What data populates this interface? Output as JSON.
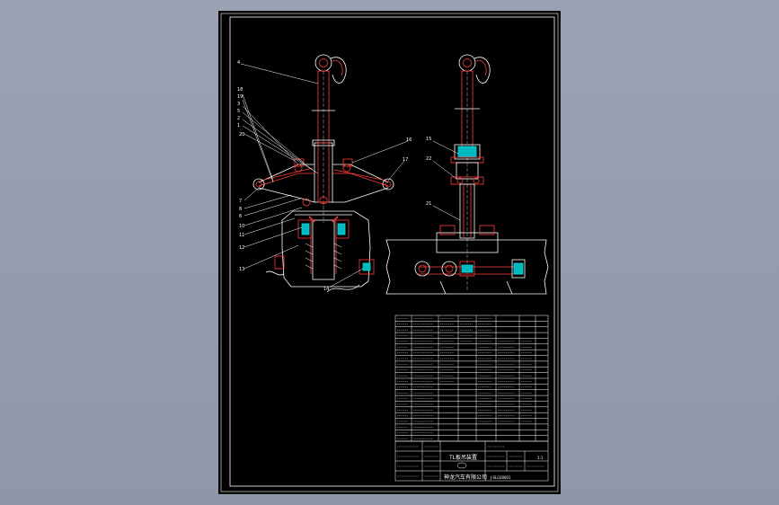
{
  "background_color": "#929cad",
  "sheet_color": "#000000",
  "line_colors": {
    "outline": "#ffffff",
    "part": "#ff3b3b",
    "hatch": "#00e0e0",
    "leader": "#ffffff"
  },
  "front_view": {
    "labels": [
      "4",
      "18",
      "19",
      "3",
      "5",
      "2",
      "1",
      "20",
      "7",
      "8",
      "6",
      "10",
      "11",
      "12",
      "13",
      "16",
      "17",
      "14"
    ]
  },
  "side_view": {
    "labels": [
      "15",
      "22",
      "21"
    ]
  },
  "title_block": {
    "product_name": "TL板吊装置",
    "company": "神龙汽车有限公司",
    "scale": "1:1",
    "drawing_no": "J-SL028001"
  }
}
